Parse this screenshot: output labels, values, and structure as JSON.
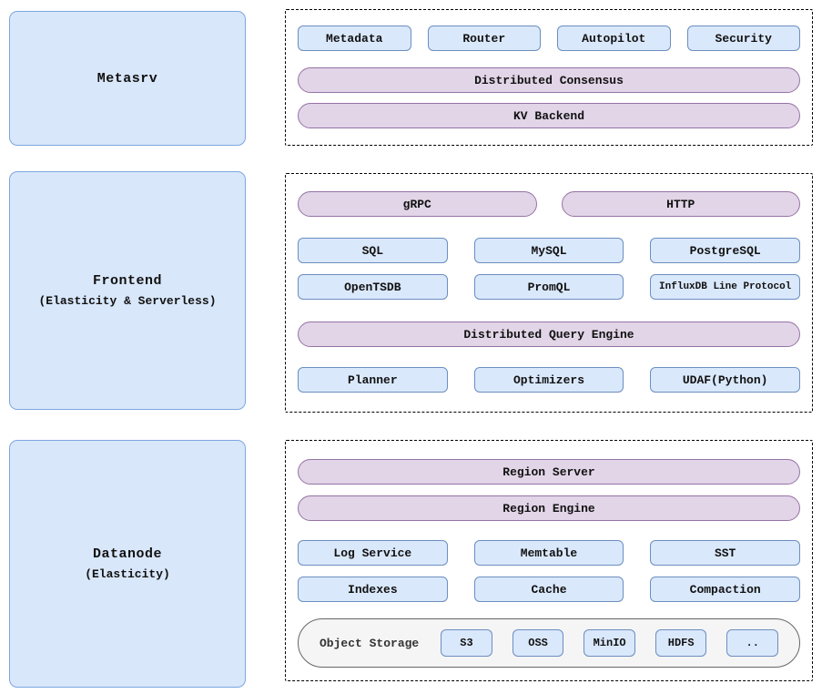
{
  "colors": {
    "blue_fill": "#dae8fc",
    "blue_border": "#6c8ebf",
    "panel_fill": "#d9e7fa",
    "panel_border": "#7ea6e0",
    "purple_fill": "#e1d5e7",
    "purple_border": "#9673a6",
    "storage_fill": "#f5f5f5",
    "storage_border": "#666666"
  },
  "metasrv": {
    "title": "Metasrv",
    "chips": [
      "Metadata",
      "Router",
      "Autopilot",
      "Security"
    ],
    "consensus_pill": "Distributed Consensus",
    "kv_pill": "KV Backend"
  },
  "frontend": {
    "title": "Frontend",
    "subtitle": "(Elasticity & Serverless)",
    "grpc_pill": "gRPC",
    "http_pill": "HTTP",
    "protocols_row1": [
      "SQL",
      "MySQL",
      "PostgreSQL"
    ],
    "protocols_row2": [
      "OpenTSDB",
      "PromQL",
      "InfluxDB Line Protocol"
    ],
    "engine_pill": "Distributed Query Engine",
    "engine_parts": [
      "Planner",
      "Optimizers",
      "UDAF(Python)"
    ]
  },
  "datanode": {
    "title": "Datanode",
    "subtitle": "(Elasticity)",
    "region_server_pill": "Region Server",
    "region_engine_pill": "Region Engine",
    "storage_row1": [
      "Log Service",
      "Memtable",
      "SST"
    ],
    "storage_row2": [
      "Indexes",
      "Cache",
      "Compaction"
    ],
    "object_storage": {
      "label": "Object Storage",
      "options": [
        "S3",
        "OSS",
        "MinIO",
        "HDFS",
        ".."
      ]
    }
  }
}
